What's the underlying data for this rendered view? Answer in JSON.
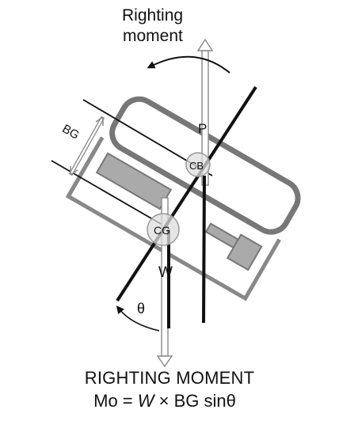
{
  "labels": {
    "righting_moment_line1": "Righting",
    "righting_moment_line2": "moment",
    "bg": "BG",
    "p": "P",
    "cb": "CB",
    "cg": "CG",
    "w": "W",
    "theta": "θ"
  },
  "caption": {
    "title": "RIGHTING MOMENT",
    "formula_prefix": "Mo = ",
    "formula_w": "W",
    "formula_suffix": " × BG sinθ"
  }
}
